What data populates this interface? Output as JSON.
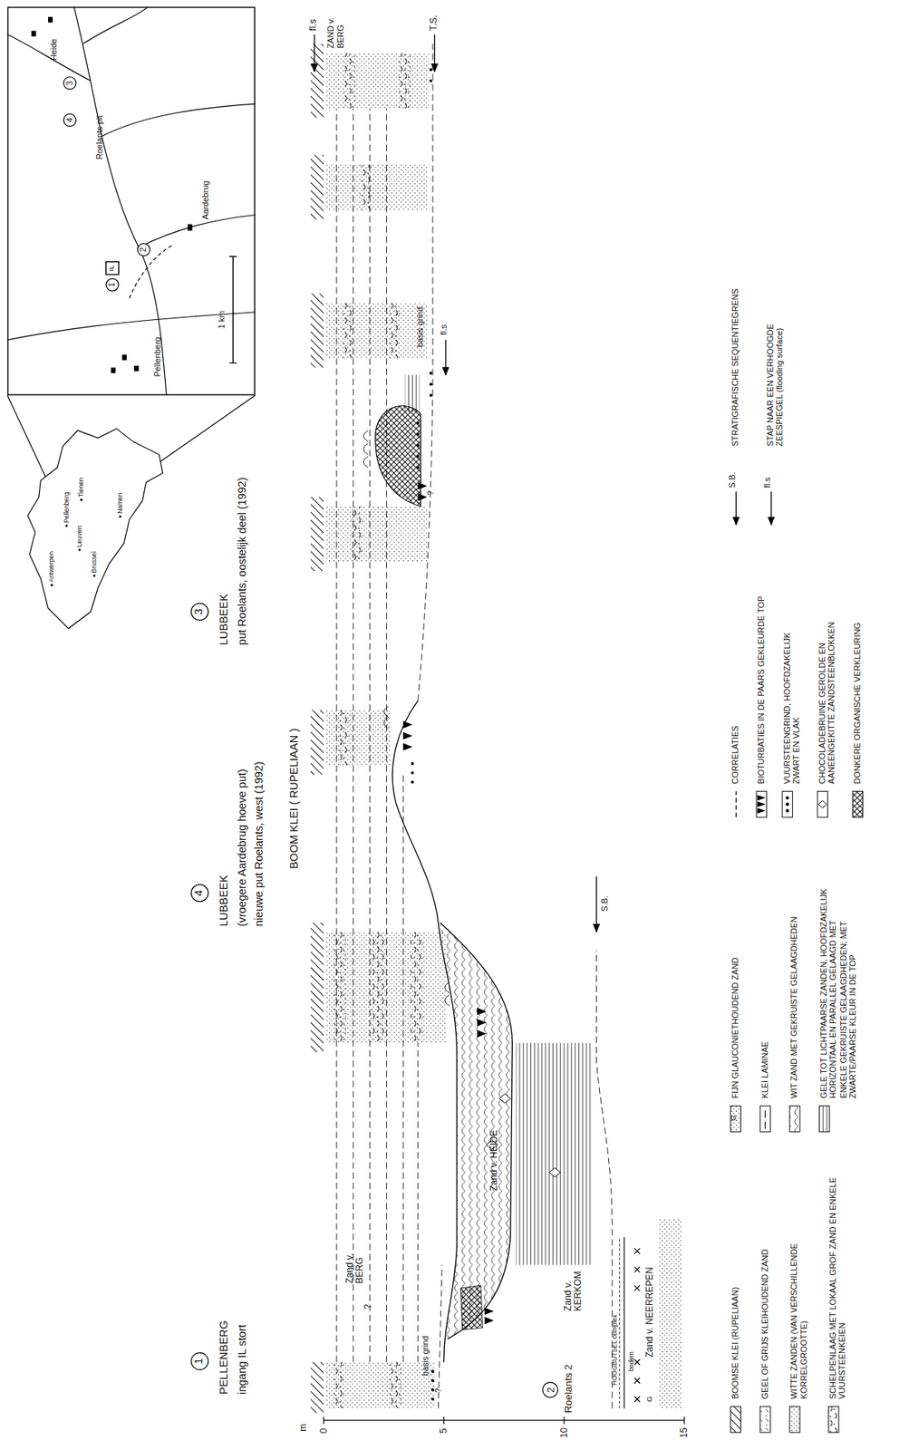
{
  "diagram": {
    "nodes": [
      {
        "text": [
          "1"
        ]
      },
      {
        "text": [
          "4"
        ]
      },
      {
        "text": [
          "3"
        ]
      },
      {
        "text": [
          "Antwerpen",
          "Pellenberg",
          "Leuven",
          "Tienen",
          "Brussel",
          "Namen"
        ]
      },
      {
        "text": [
          "Pellenberg",
          "Heide",
          "Roelants pit",
          "Aardebrug",
          "1 km"
        ]
      },
      {
        "text": [
          "1"
        ],
        "in": 4
      },
      {
        "text": [
          "IL"
        ],
        "in": 4
      },
      {
        "text": [
          "2"
        ],
        "in": 4
      },
      {
        "text": [
          "4"
        ],
        "in": 4
      },
      {
        "text": [
          "3"
        ],
        "in": 4
      },
      {
        "text": [
          "2"
        ]
      }
    ],
    "labels": [
      "PELLENBERG",
      "ingang IL stort",
      "LUBBEEK",
      "(vroegere Aardebrug hoeve put)",
      "nieuwe put Roelants, west (1992)",
      "LUBBEEK",
      "put Roelants, oostelijk deel (1992)",
      "BOOM KLEI ( RUPELIAAN )",
      "fl.s",
      "T.S.",
      "ZAND v. BERG",
      "Zand v. BERG",
      "?",
      "basis grind",
      "?",
      "basis grind",
      "fl.s",
      "?",
      "Zand v. HEIDE",
      "S.B.",
      "Roelants 2",
      "Zand v. KERKOM",
      "HOOGBUTSEL complex",
      "bodem",
      "Zand v. NEERREPEN",
      "G",
      "m",
      "0",
      "5",
      "10",
      "15",
      "G",
      "S.B.",
      "fl.s"
    ],
    "legend": [
      {
        "text": "BOOMSE KLEI (RUPELIAAN)"
      },
      {
        "text": "GEEL OF GRIJS KLEIHOUDEND ZAND"
      },
      {
        "text": "WITTE ZANDEN (VAN VERSCHILLENDE KORRELGROOTTE)"
      },
      {
        "text": "SCHELPENLAAG MET LOKAAL GROF ZAND EN ENKELE VUURSTEENKEIEN"
      },
      {
        "text": "FIJN GLAUCONIETHOUDEND ZAND"
      },
      {
        "text": "KLEI LAMINAE"
      },
      {
        "text": "WIT ZAND MET GEKRUISTE GELAAGDHEDEN"
      },
      {
        "text": "GELE TOT LICHTPAARSE ZANDEN, HOOFDZAKELIJK HORIZONTAAL EN PARALLEL GELAAGD MET ENKELE GEKRUISTE GELAAGDHEDEN; MET ZWARTE/PAARSE KLEUR IN DE TOP"
      },
      {
        "text": "CORRELATIES"
      },
      {
        "text": "BIOTURBATIES IN DE PAARS GEKLEURDE TOP"
      },
      {
        "text": "VUURSTEENGRIND, HOOFDZAKELIJK ZWART EN VLAK"
      },
      {
        "text": "CHOCOLADEBRUINE GEROLDE EN AANEENGEKITTE ZANDSTEENBLOKKEN"
      },
      {
        "text": "DONKERE ORGANISCHE VERKLEURING"
      },
      {
        "text": "STRATIGRAFISCHE SEQUENTIEGRENS"
      },
      {
        "text": "STAP NAAR EEN VERHOOGDE ZEESPIEGEL (flooding surface)"
      }
    ]
  }
}
